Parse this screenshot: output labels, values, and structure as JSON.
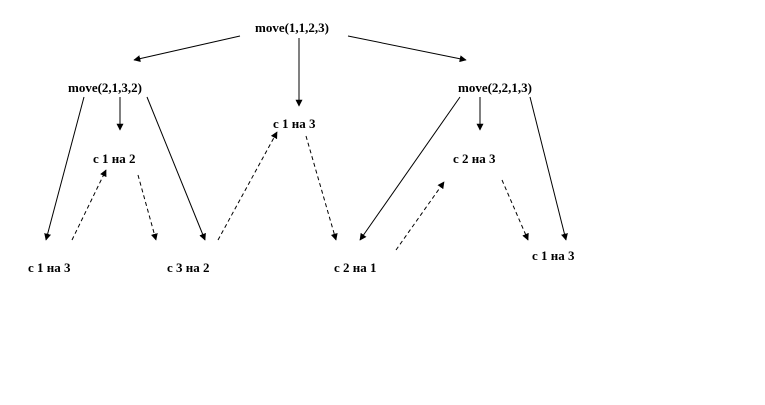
{
  "diagram": {
    "root": "move(1,1,2,3)",
    "left_call": "move(2,1,3,2)",
    "right_call": "move(2,2,1,3)",
    "middle_move": "с 1 на 3",
    "left_inner_move": "с 1 на 2",
    "right_inner_move": "с 2 на 3",
    "leaf_left_1": "с 1 на 3",
    "leaf_left_2": "с 3 на 2",
    "leaf_right_1": "с 2 на 1",
    "leaf_right_2": "с 1 на 3"
  },
  "colors": {
    "background": "#ffffff",
    "ink": "#000000"
  }
}
